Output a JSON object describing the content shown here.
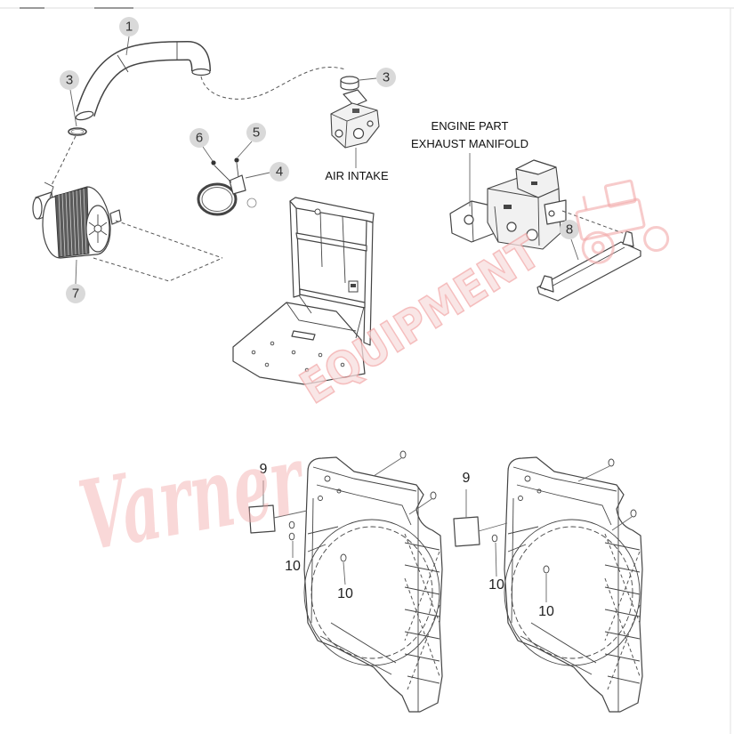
{
  "diagram": {
    "callouts": {
      "hose": "1",
      "hose_ring": "3",
      "intake_cap": "3",
      "clamp_screw": "6",
      "clamp_nut": "5",
      "clamp": "4",
      "air_filter": "7",
      "heat_shield": "8",
      "gasket_left": "9",
      "gasket_right": "9",
      "plug_left_outer": "10",
      "plug_left_inner": "10",
      "plug_right_outer": "10",
      "plug_right_inner": "10"
    },
    "labels": {
      "air_intake": "AIR INTAKE",
      "engine_part": "ENGINE PART",
      "exhaust_manifold": "EXHAUST MANIFOLD"
    }
  },
  "watermark": {
    "script": "Varner",
    "block": "EQUIPMENT",
    "icon": "tractor-icon"
  },
  "colors": {
    "line": "#444444",
    "callout_fill": "#d9d9d9",
    "watermark": "#f2a9a9"
  }
}
